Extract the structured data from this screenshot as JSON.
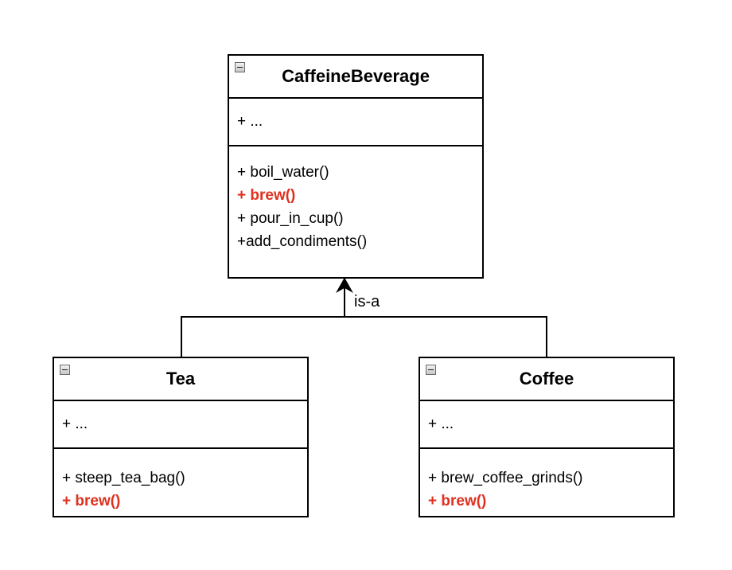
{
  "colors": {
    "border": "#000000",
    "highlight": "#e0301e",
    "text": "#000000"
  },
  "classes": {
    "caffeine": {
      "name": "CaffeineBeverage",
      "attributes": "+ ...",
      "methods": [
        {
          "text": "+ boil_water()",
          "highlight": false
        },
        {
          "text": "+ brew()",
          "highlight": true
        },
        {
          "text": "+ pour_in_cup()",
          "highlight": false
        },
        {
          "text": "+add_condiments()",
          "highlight": false
        }
      ]
    },
    "tea": {
      "name": "Tea",
      "attributes": "+ ...",
      "methods": [
        {
          "text": "+ steep_tea_bag()",
          "highlight": false
        },
        {
          "text": "+ brew()",
          "highlight": true
        }
      ]
    },
    "coffee": {
      "name": "Coffee",
      "attributes": "+ ...",
      "methods": [
        {
          "text": "+ brew_coffee_grinds()",
          "highlight": false
        },
        {
          "text": "+ brew()",
          "highlight": true
        }
      ]
    }
  },
  "relationship": {
    "label": "is-a",
    "icon": "arrow-head-icon"
  },
  "icons": {
    "collapse": "collapse-minus-icon"
  }
}
